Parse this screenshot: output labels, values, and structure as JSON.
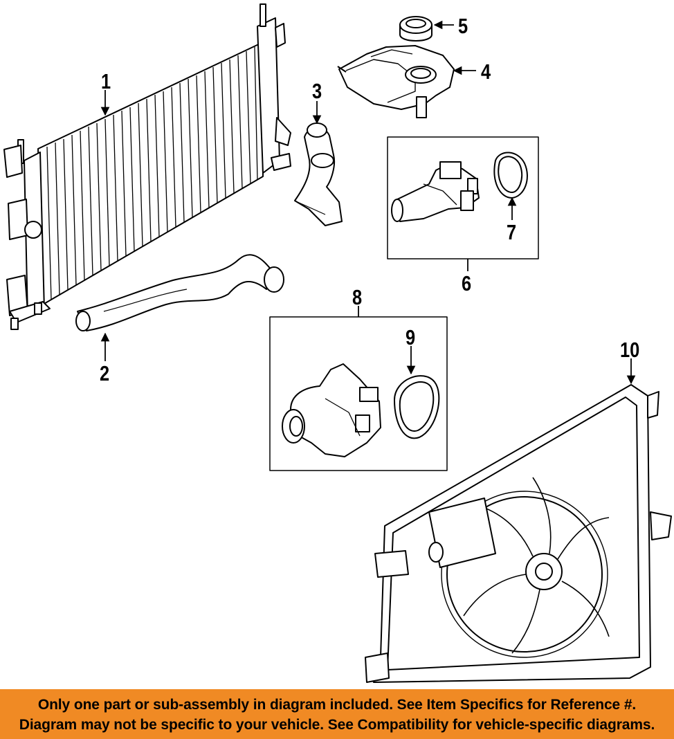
{
  "callouts": {
    "c1": "1",
    "c2": "2",
    "c3": "3",
    "c4": "4",
    "c5": "5",
    "c6": "6",
    "c7": "7",
    "c8": "8",
    "c9": "9",
    "c10": "10"
  },
  "banner": {
    "line1": "Only one part or sub-assembly in diagram included. See Item Specifics for Reference #.",
    "line2": "Diagram may not be specific to your vehicle. See Compatibility for vehicle-specific diagrams."
  },
  "colors": {
    "banner_bg": "#f08a24",
    "line_art": "#000000",
    "background": "#ffffff"
  }
}
